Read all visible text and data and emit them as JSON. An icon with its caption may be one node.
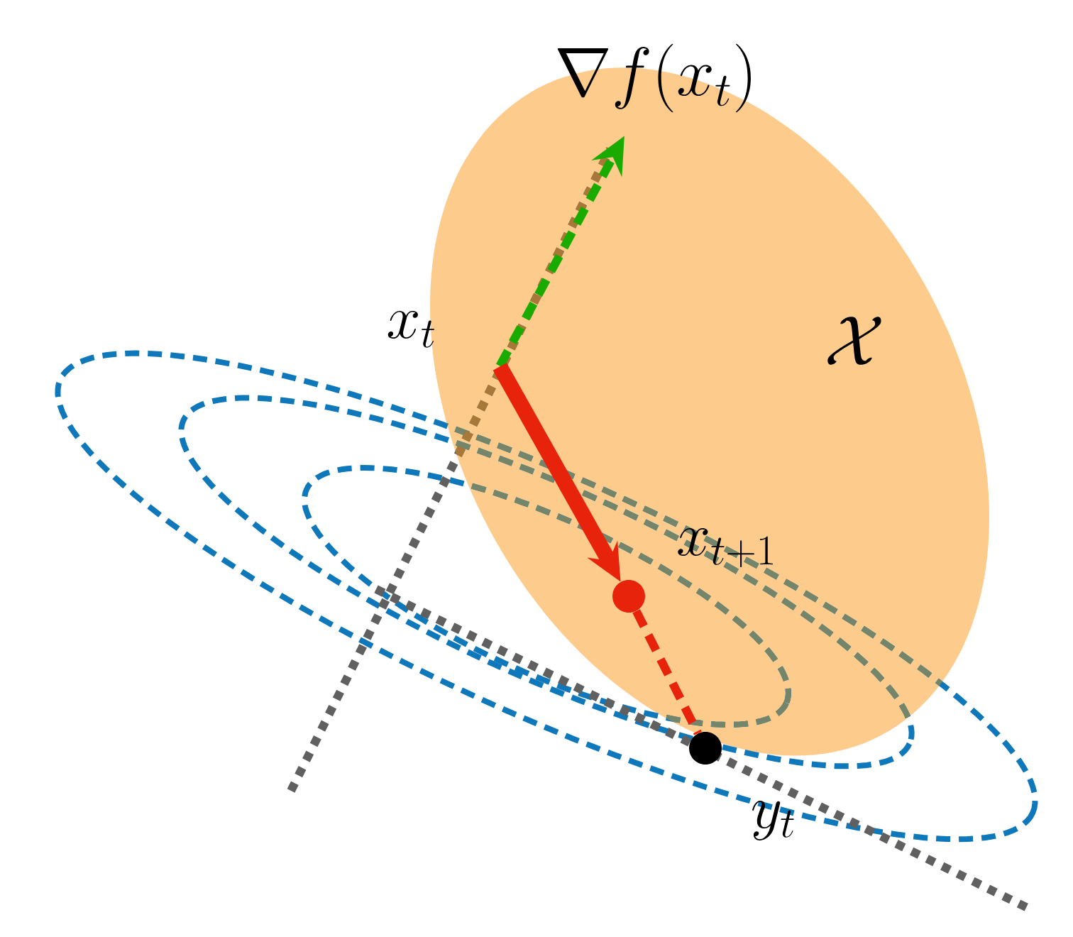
{
  "diagram": {
    "nodes": [
      {
        "text": [
          "\\mathcal{X}"
        ]
      },
      {
        "text": [
          "\\nabla f(x_t)"
        ]
      },
      {
        "text": [],
        "shape": "point",
        "beside": [
          "x_t"
        ]
      },
      {
        "text": [],
        "shape": "circle",
        "beside": [
          "x_{t+1}"
        ],
        "in": 0
      },
      {
        "text": [],
        "shape": "circle",
        "beside": [
          "y_t"
        ]
      }
    ],
    "edges": [
      {
        "from": 2,
        "to": 1,
        "arrow": "to",
        "style": "dashed",
        "color": "#1aab00"
      },
      {
        "from": 2,
        "to": 3,
        "arrow": "to",
        "style": "thick",
        "color": "#e8230c"
      },
      {
        "from": 3,
        "to": 4,
        "arrow": "none",
        "style": "dashed",
        "color": "#e8230c"
      }
    ]
  }
}
